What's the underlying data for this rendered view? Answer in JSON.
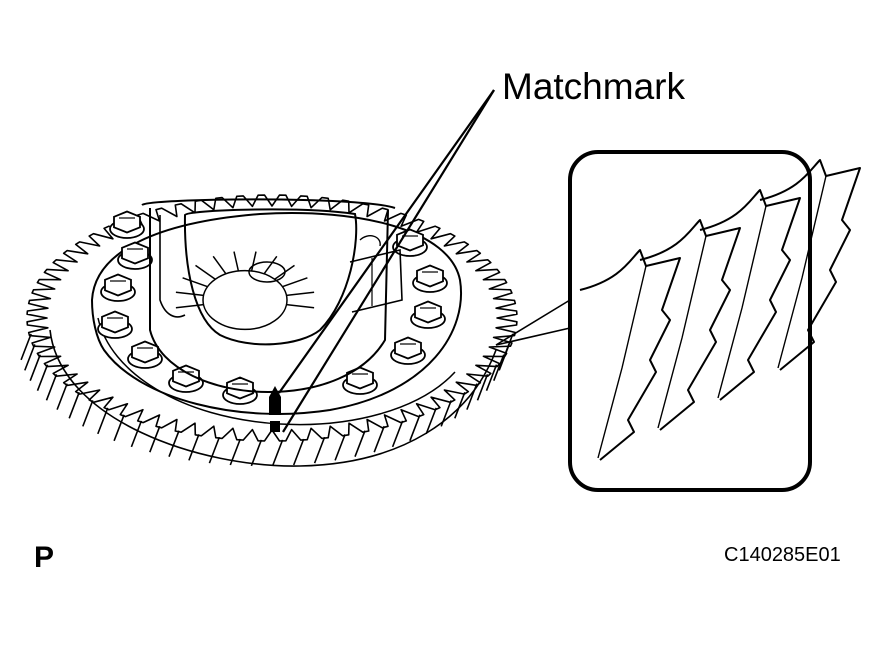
{
  "labels": {
    "callout": "Matchmark",
    "view_letter": "P",
    "figure_id": "C140285E01"
  },
  "diagram": {
    "subject": "differential case with ring gear bolts and matchmark",
    "ring_gear_teeth": 72,
    "visible_bolts": 12,
    "detail_teeth": 4
  },
  "colors": {
    "line": "#000000",
    "background": "#ffffff"
  }
}
